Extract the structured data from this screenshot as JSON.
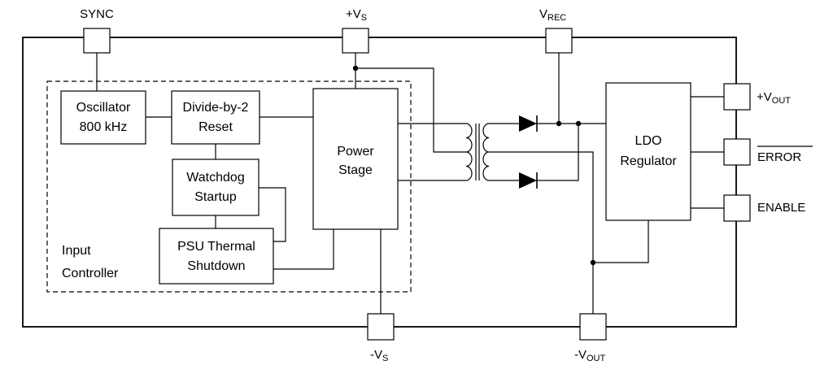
{
  "pins": {
    "sync": "SYNC",
    "vs_plus_prefix": "+V",
    "vs_plus_sub": "S",
    "vrec_main": "V",
    "vrec_sub": "REC",
    "vout_plus_prefix": "+V",
    "vout_plus_sub": "OUT",
    "error": "ERROR",
    "enable": "ENABLE",
    "vs_minus_prefix": "-V",
    "vs_minus_sub": "S",
    "vout_minus_prefix": "-V",
    "vout_minus_sub": "OUT"
  },
  "blocks": {
    "oscillator_line1": "Oscillator",
    "oscillator_line2": "800 kHz",
    "divider_line1": "Divide-by-2",
    "divider_line2": "Reset",
    "watchdog_line1": "Watchdog",
    "watchdog_line2": "Startup",
    "thermal_line1": "PSU Thermal",
    "thermal_line2": "Shutdown",
    "power_line1": "Power",
    "power_line2": "Stage",
    "ldo_line1": "LDO",
    "ldo_line2": "Regulator"
  },
  "group": {
    "input_controller_line1": "Input",
    "input_controller_line2": "Controller"
  }
}
